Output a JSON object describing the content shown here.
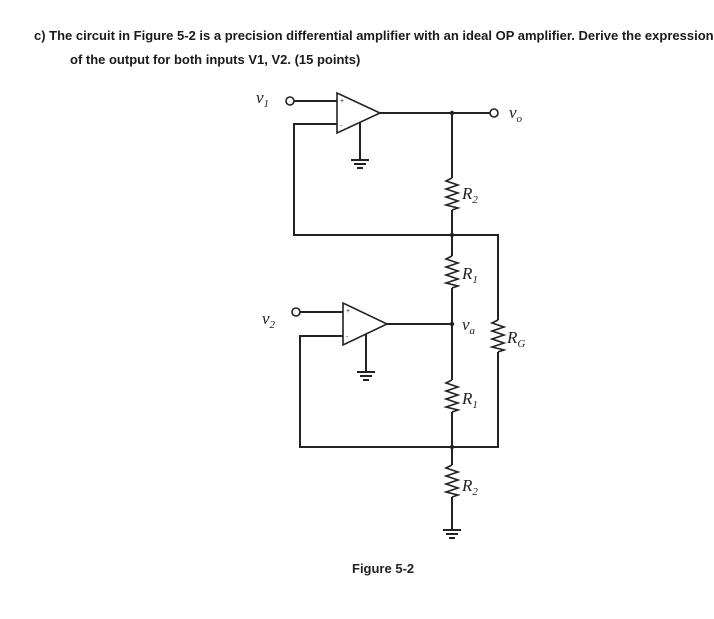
{
  "question": {
    "line1": "c) The circuit in Figure 5-2 is a precision differential amplifier with an ideal OP amplifier. Derive the expression",
    "line2": "of the output for both inputs V1, V2. (15 points)"
  },
  "diagram": {
    "labels": {
      "v1": "v",
      "v1_sub": "1",
      "v2": "v",
      "v2_sub": "2",
      "vo": "v",
      "vo_sub": "o",
      "va": "v",
      "va_sub": "a",
      "r2_top": "R",
      "r2_top_sub": "2",
      "r1_upper": "R",
      "r1_upper_sub": "1",
      "r1_lower": "R",
      "r1_lower_sub": "1",
      "r2_bottom": "R",
      "r2_bottom_sub": "2",
      "rg": "R",
      "rg_sub": "G"
    },
    "opamp_pins": {
      "plus": "+",
      "minus": "-"
    },
    "caption": "Figure 5-2"
  }
}
